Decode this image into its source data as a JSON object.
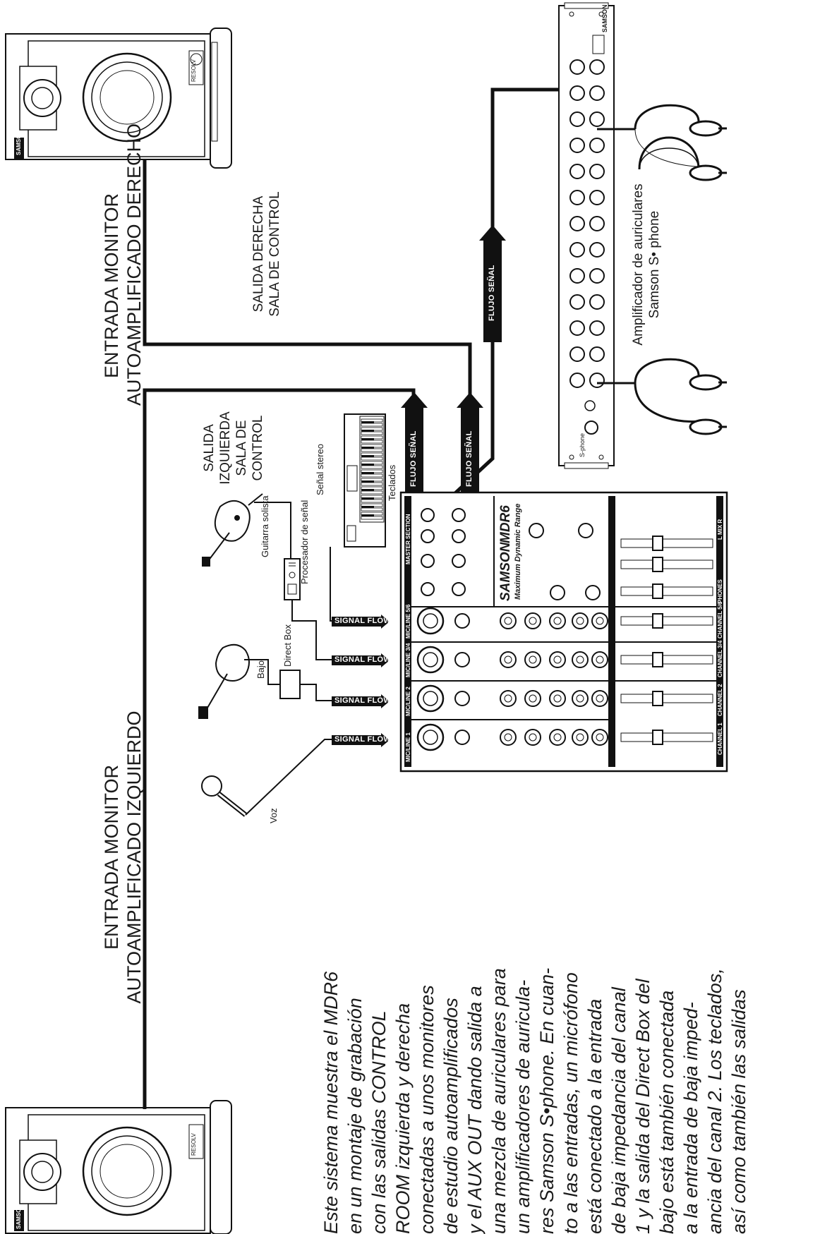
{
  "labels": {
    "monitor_left": [
      "ENTRADA MONITOR",
      "AUTOAMPLIFICADO IZQUIERDO"
    ],
    "monitor_right": [
      "ENTRADA MONITOR",
      "AUTOAMPLIFICADO DERECHO"
    ],
    "salida_derecha": [
      "SALIDA DERECHA",
      "SALA DE CONTROL"
    ],
    "salida_izquierda": [
      "SALIDA",
      "IZQUIERDA",
      "SALA DE",
      "CONTROL"
    ],
    "headphone_amp": [
      "Amplificador de auriculares",
      "Samson S• phone"
    ],
    "voz": "Voz",
    "bajo": "Bajo",
    "direct_box": "Direct Box",
    "guitarra": "Guitarra solista",
    "procesador": "Procesador de señal",
    "senal_stereo": "Señal stereo",
    "teclados": "Teclados",
    "flujo_senal": "FLUJO SEÑAL",
    "signal_flow": "SIGNAL FLOW"
  },
  "mixer": {
    "brand": "SAMSON",
    "model": "MDR6",
    "tagline": "Maximum Dynamic Range",
    "sections": [
      "MIC/LINE 1",
      "MIC/LINE 2",
      "MIC/LINE 3/4",
      "MIC/LINE 5/6",
      "MASTER SECTION"
    ],
    "channels": [
      "CHANNEL 1",
      "CHANNEL 2",
      "CHANNEL 3/4",
      "CHANNEL 5/6",
      "PHONES",
      "L MIX R"
    ]
  },
  "speakers": {
    "brand": "SAMSON",
    "model": "RESOLV"
  },
  "headphone_amp_unit": {
    "brand": "SAMSON",
    "model": "S-phone"
  },
  "description": [
    "Este sistema muestra el MDR6",
    "en un montaje de grabación",
    "con las salidas CONTROL",
    "ROOM izquierda y derecha",
    "conectadas a unos monitores",
    "de estudio autoamplificados",
    "y el AUX OUT dando salida a",
    "una mezcla de auriculares para",
    "un amplificadores de auricula-",
    "res Samson S•phone. En cuan-",
    "to a las entradas, un micrófono",
    "está conectado a la entrada",
    "de baja impedancia del canal",
    "1 y la salida del Direct Box del",
    "bajo está también conectada",
    "a la entrada de baja imped-",
    "ancia del canal 2. Los teclados,",
    "así como también las salidas"
  ]
}
